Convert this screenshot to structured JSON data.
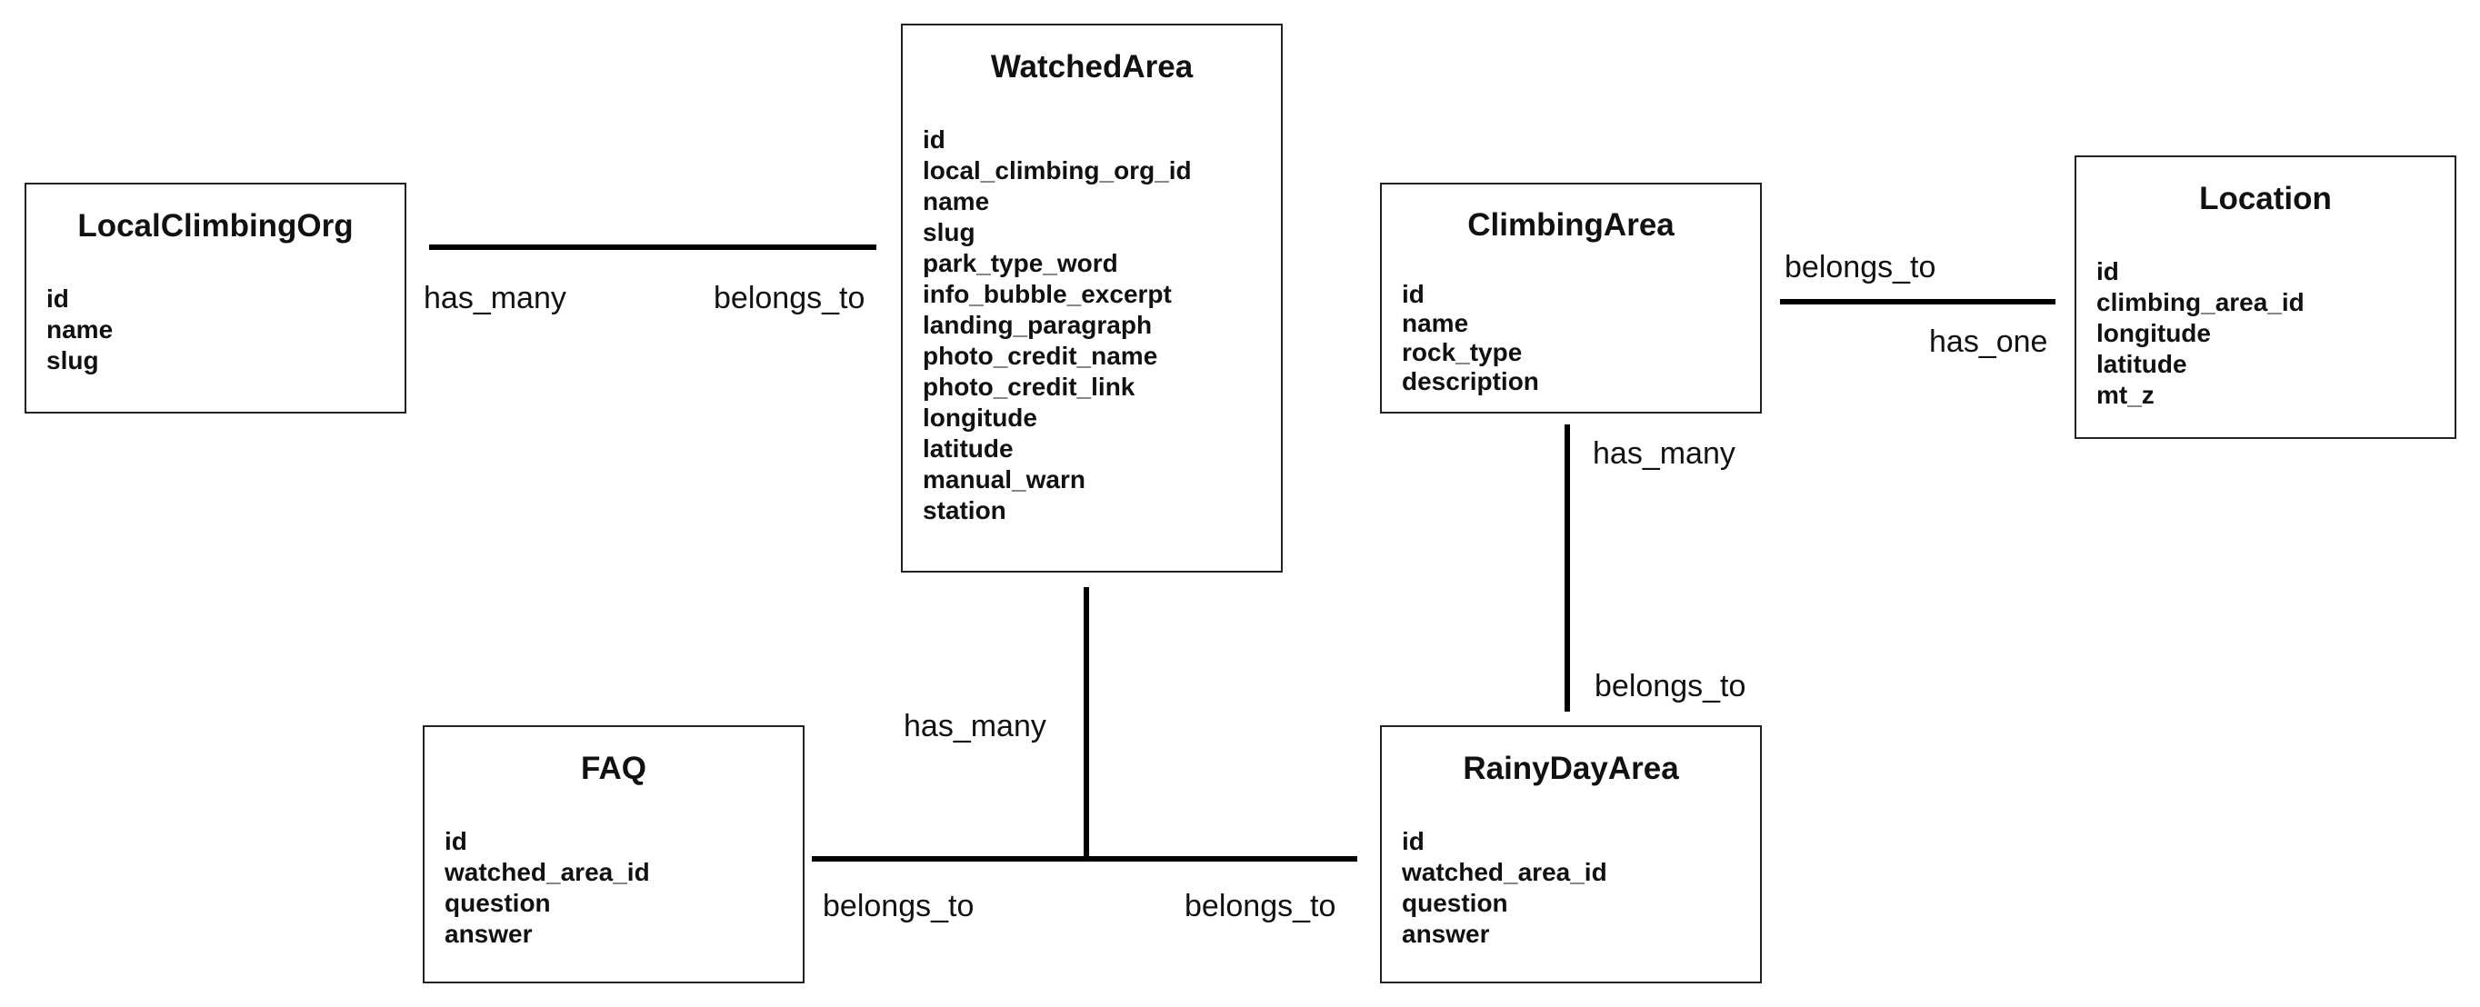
{
  "entities": {
    "local_climbing_org": {
      "title": "LocalClimbingOrg",
      "fields": [
        "id",
        "name",
        "slug"
      ]
    },
    "watched_area": {
      "title": "WatchedArea",
      "fields": [
        "id",
        "local_climbing_org_id",
        "name",
        "slug",
        "park_type_word",
        "info_bubble_excerpt",
        "landing_paragraph",
        "photo_credit_name",
        "photo_credit_link",
        "longitude",
        "latitude",
        "manual_warn",
        "station"
      ]
    },
    "climbing_area": {
      "title": "ClimbingArea",
      "fields": [
        "id",
        "name",
        "rock_type",
        "description"
      ]
    },
    "location": {
      "title": "Location",
      "fields": [
        "id",
        "climbing_area_id",
        "longitude",
        "latitude",
        "mt_z"
      ]
    },
    "faq": {
      "title": "FAQ",
      "fields": [
        "id",
        "watched_area_id",
        "question",
        "answer"
      ]
    },
    "rainy_day_area": {
      "title": "RainyDayArea",
      "fields": [
        "id",
        "watched_area_id",
        "question",
        "answer"
      ]
    }
  },
  "relationships": {
    "org_to_watched": {
      "from_label": "has_many",
      "to_label": "belongs_to"
    },
    "climbing_to_location": {
      "from_label": "belongs_to",
      "to_label": "has_one"
    },
    "climbing_to_rainy": {
      "from_label": "has_many",
      "to_label": "belongs_to"
    },
    "watched_to_children": {
      "from_label": "has_many",
      "faq_label": "belongs_to",
      "rainy_label": "belongs_to"
    }
  }
}
